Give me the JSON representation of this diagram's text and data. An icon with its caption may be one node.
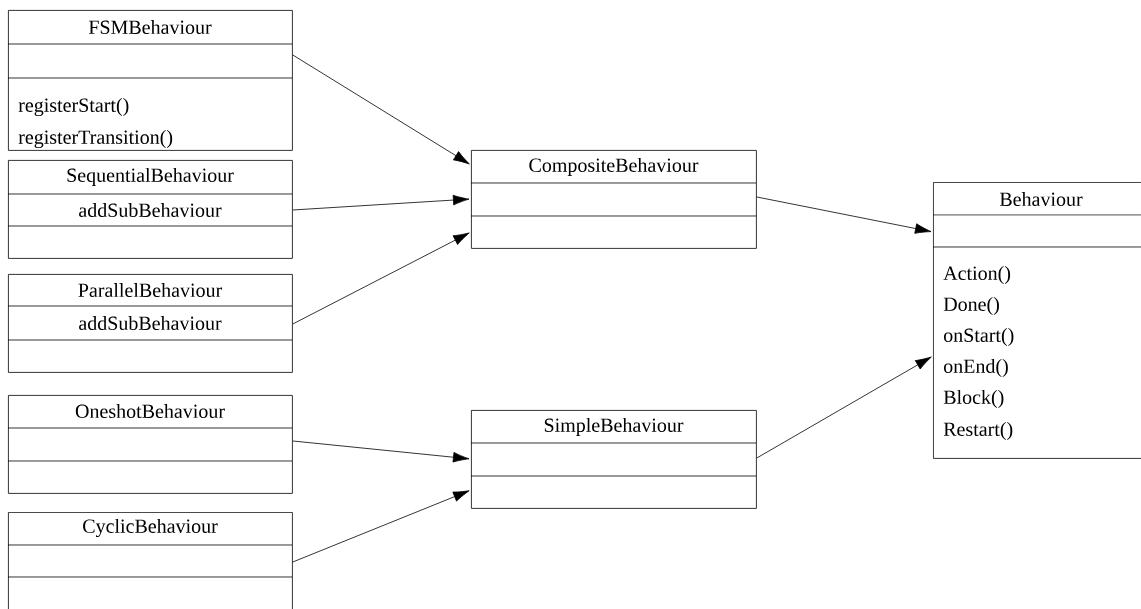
{
  "diagram": {
    "nodes": [
      {
        "text": [
          "FSMBehaviour",
          "registerStart()",
          "registerTransition()"
        ]
      },
      {
        "text": [
          "SequentialBehaviour",
          "addSubBehaviour"
        ]
      },
      {
        "text": [
          "ParallelBehaviour",
          "addSubBehaviour"
        ]
      },
      {
        "text": [
          "OneshotBehaviour"
        ]
      },
      {
        "text": [
          "CyclicBehaviour"
        ]
      },
      {
        "text": [
          "CompositeBehaviour"
        ]
      },
      {
        "text": [
          "SimpleBehaviour"
        ]
      },
      {
        "text": [
          "Behaviour",
          "Action()",
          "Done()",
          "onStart()",
          "onEnd()",
          "Block()",
          "Restart()"
        ]
      }
    ],
    "edges": [
      {
        "from": 0,
        "to": 5,
        "arrow": "to"
      },
      {
        "from": 1,
        "to": 5,
        "arrow": "to"
      },
      {
        "from": 2,
        "to": 5,
        "arrow": "to"
      },
      {
        "from": 3,
        "to": 6,
        "arrow": "to"
      },
      {
        "from": 4,
        "to": 6,
        "arrow": "to"
      },
      {
        "from": 5,
        "to": 7,
        "arrow": "to"
      },
      {
        "from": 6,
        "to": 7,
        "arrow": "to"
      }
    ]
  }
}
